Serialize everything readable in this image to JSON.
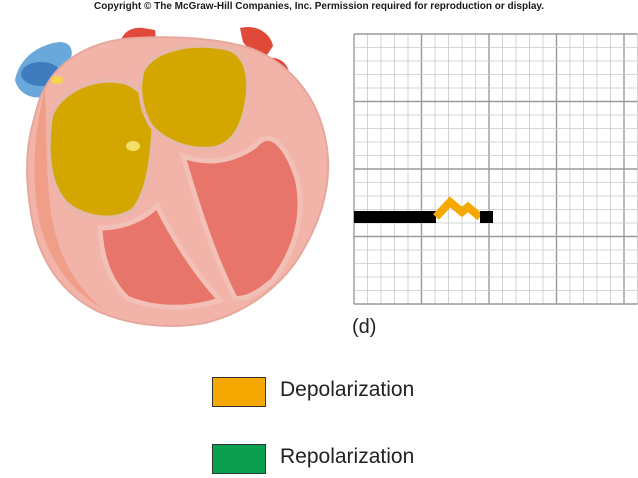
{
  "copyright": "Copyright © The McGraw-Hill Companies, Inc. Permission required for reproduction or display.",
  "panel_label": "(d)",
  "colors": {
    "depolarization": "#f5a800",
    "repolarization": "#0aa050",
    "ecg_trace": "#000000",
    "grid_minor": "#c8c8c8",
    "grid_major": "#9a9a9a"
  },
  "legend": [
    {
      "label": "Depolarization",
      "color": "#f5a800"
    },
    {
      "label": "Repolarization",
      "color": "#0aa050"
    }
  ],
  "heart": {
    "highlighted_regions": [
      "left-atrium",
      "right-atrium"
    ],
    "highlight_state": "depolarization"
  },
  "ecg": {
    "trace_segments": [
      {
        "part": "baseline",
        "state": "none"
      },
      {
        "part": "p-wave",
        "state": "depolarization"
      },
      {
        "part": "pr-segment",
        "state": "none"
      }
    ]
  }
}
